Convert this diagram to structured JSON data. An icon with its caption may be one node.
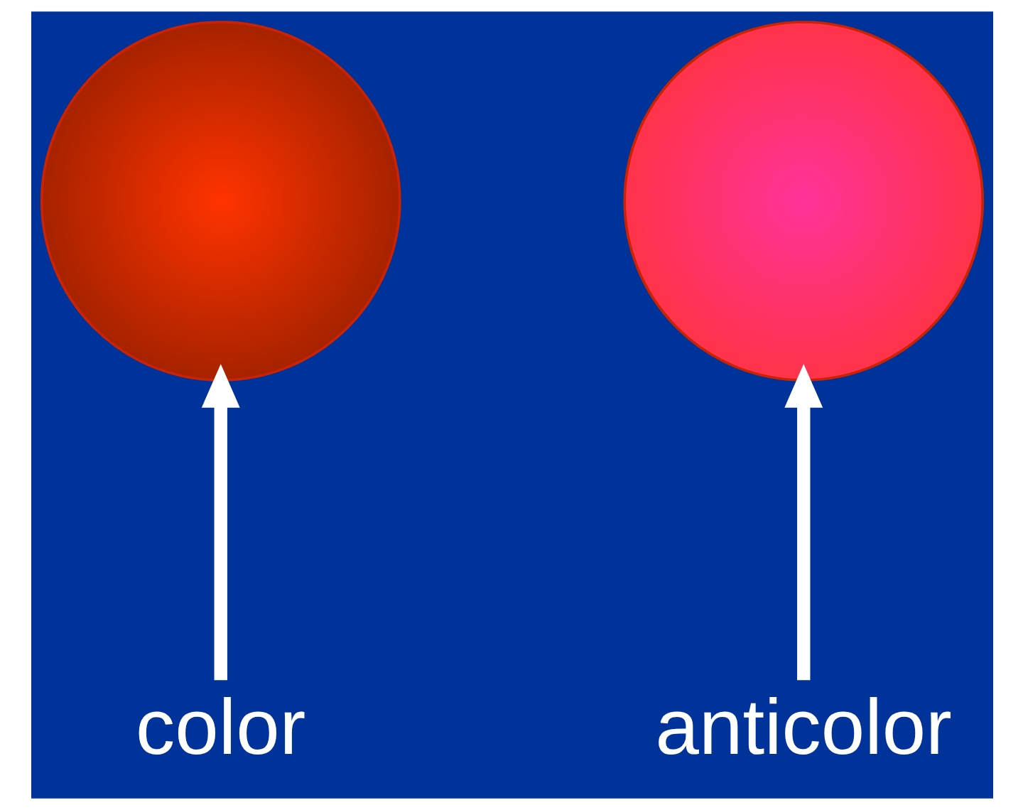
{
  "diagram": {
    "nodes": [
      {
        "text": [],
        "shape": "circle"
      },
      {
        "text": [],
        "shape": "circle"
      },
      {
        "text": [
          "color"
        ]
      },
      {
        "text": [
          "anticolor"
        ]
      }
    ],
    "edges": [
      {
        "from": 2,
        "to": 0,
        "arrow": "to"
      },
      {
        "from": 3,
        "to": 1,
        "arrow": "to"
      }
    ]
  }
}
